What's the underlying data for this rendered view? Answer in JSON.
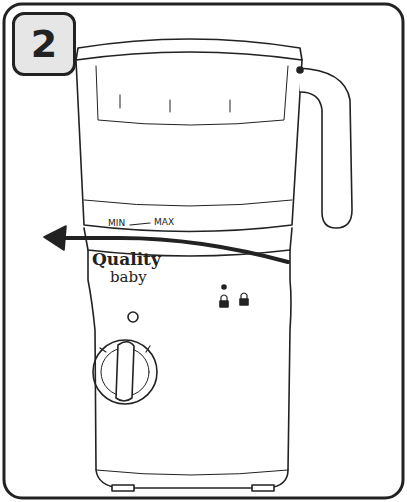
{
  "diagram": {
    "nodes": [
      {
        "text": [
          "2"
        ]
      }
    ],
    "labels": [
      "MIN",
      "MAX",
      "Quality",
      "baby"
    ]
  }
}
